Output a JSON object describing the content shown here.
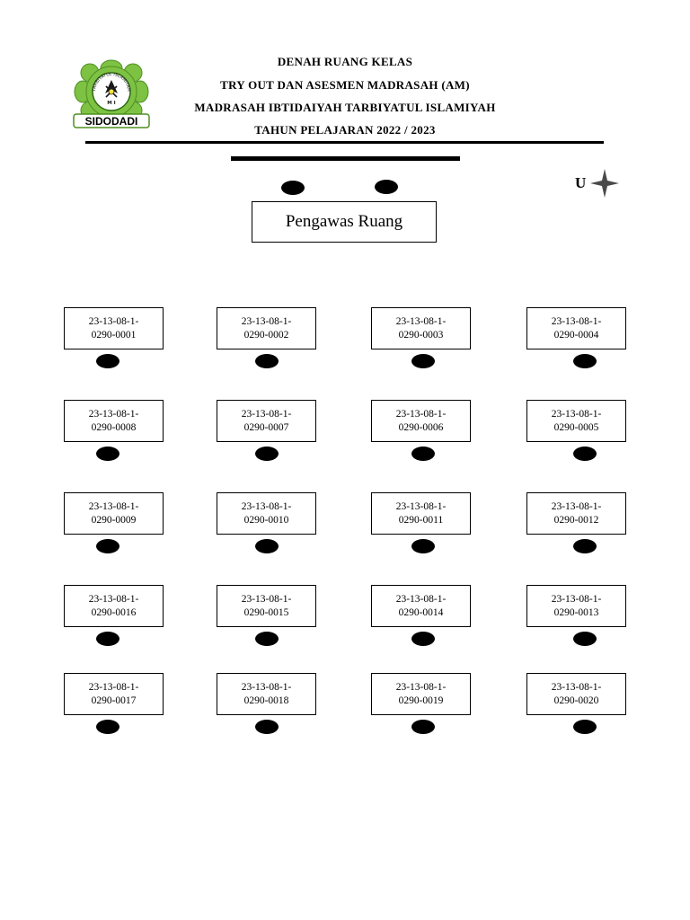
{
  "header": {
    "line1": "DENAH RUANG KELAS",
    "line2": "TRY OUT DAN ASESMEN MADRASAH (AM)",
    "line3": "MADRASAH IBTIDAIYAH TARBIYATUL ISLAMIYAH",
    "line4": "TAHUN PELAJARAN 2022 / 2023"
  },
  "logo": {
    "arc_text": "TARBIYATUL ISLAMIYAH",
    "initials": "M I",
    "banner": "SIDODADI",
    "colors": {
      "green": "#7dc242",
      "dark": "#1a1a1a",
      "yellow": "#f4e23b"
    }
  },
  "compass": {
    "label": "U",
    "icon": "compass-star-icon"
  },
  "supervisor": {
    "label": "Pengawas Ruang"
  },
  "desks": [
    {
      "line1": "23-13-08-1-",
      "line2": "0290-0001"
    },
    {
      "line1": "23-13-08-1-",
      "line2": "0290-0002"
    },
    {
      "line1": "23-13-08-1-",
      "line2": "0290-0003"
    },
    {
      "line1": "23-13-08-1-",
      "line2": "0290-0004"
    },
    {
      "line1": "23-13-08-1-",
      "line2": "0290-0008"
    },
    {
      "line1": "23-13-08-1-",
      "line2": "0290-0007"
    },
    {
      "line1": "23-13-08-1-",
      "line2": "0290-0006"
    },
    {
      "line1": "23-13-08-1-",
      "line2": "0290-0005"
    },
    {
      "line1": "23-13-08-1-",
      "line2": "0290-0009"
    },
    {
      "line1": "23-13-08-1-",
      "line2": "0290-0010"
    },
    {
      "line1": "23-13-08-1-",
      "line2": "0290-0011"
    },
    {
      "line1": "23-13-08-1-",
      "line2": "0290-0012"
    },
    {
      "line1": "23-13-08-1-",
      "line2": "0290-0016"
    },
    {
      "line1": "23-13-08-1-",
      "line2": "0290-0015"
    },
    {
      "line1": "23-13-08-1-",
      "line2": "0290-0014"
    },
    {
      "line1": "23-13-08-1-",
      "line2": "0290-0013"
    },
    {
      "line1": "23-13-08-1-",
      "line2": "0290-0017"
    },
    {
      "line1": "23-13-08-1-",
      "line2": "0290-0018"
    },
    {
      "line1": "23-13-08-1-",
      "line2": "0290-0019"
    },
    {
      "line1": "23-13-08-1-",
      "line2": "0290-0020"
    }
  ]
}
